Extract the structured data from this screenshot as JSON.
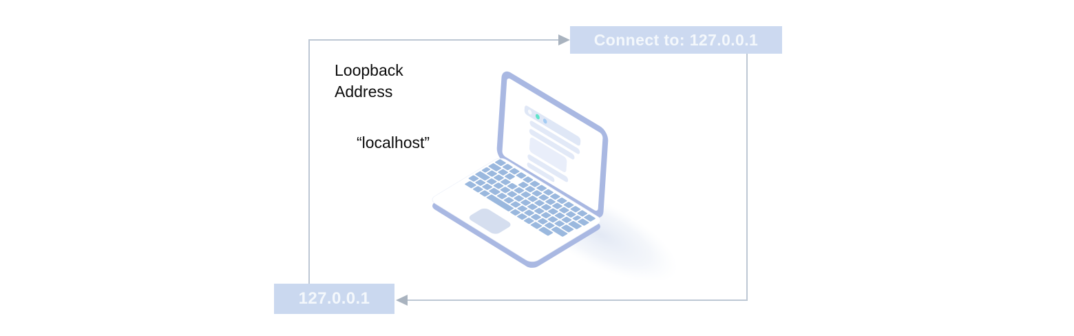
{
  "diagram": {
    "loopback_label": {
      "line1": "Loopback",
      "line2": "Address"
    },
    "localhost_label": "“localhost”",
    "connect_box": {
      "label": "Connect to: 127.0.0.1",
      "bg": "#ccd9f0",
      "text_color": "#f4f8fc"
    },
    "ip_box": {
      "label": "127.0.0.1",
      "bg": "#cad8ef",
      "text_color": "#f4f8fc"
    },
    "connector": {
      "line_color": "#bdc7d4",
      "arrowhead_color": "#a9b3bf"
    },
    "icons": {
      "laptop": "isometric-laptop-icon",
      "arrow_right": "arrowhead-right-icon",
      "arrow_left": "arrowhead-left-icon"
    },
    "laptop_colors": {
      "frame": "#a9b8e2",
      "body": "#ffffff",
      "keys": "#9ab8de",
      "touchpad": "#d5deef",
      "screen_bars": "#e2e9f7",
      "toolbar": "#dfe7f6",
      "dot_white": "#f7f9fd",
      "dot_teal": "#5fe4c9",
      "dot_blue": "#a4ccf4",
      "shadow": "#ccd7ec"
    }
  }
}
